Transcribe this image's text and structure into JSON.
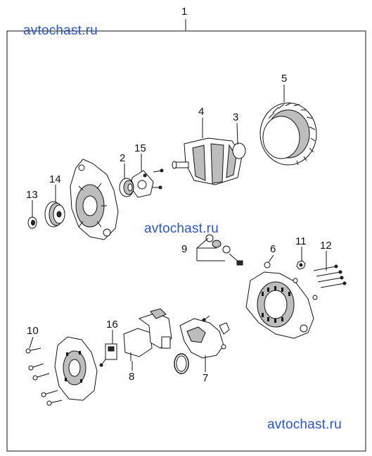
{
  "watermarks": [
    "avtochast.ru",
    "avtochast.ru",
    "avtochast.ru"
  ],
  "callouts": {
    "assembly": "1",
    "bearing": "2",
    "stator_ring": "3",
    "rotor": "4",
    "stator": "5",
    "rear_housing": "6",
    "rectifier": "7",
    "regulator": "8",
    "bushing_set": "9",
    "through_bolts": "10",
    "nut": "11",
    "terminal_bolts": "12",
    "pulley_nut": "13",
    "pulley": "14",
    "bearing_retainer": "15",
    "brush_holder": "16"
  }
}
